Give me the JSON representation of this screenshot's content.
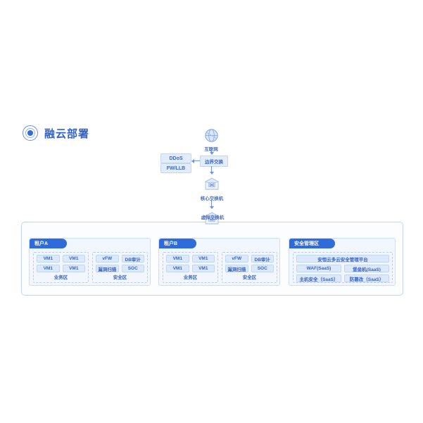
{
  "title": {
    "text": "融云部署",
    "icon": "target-circle-icon"
  },
  "topology": {
    "internet": {
      "label": "互联网",
      "icon": "globe-icon"
    },
    "edge_switch": {
      "label": "边界交换"
    },
    "security_boxes": [
      {
        "label": "DDoS"
      },
      {
        "label": "FW/LLB"
      }
    ],
    "core_switch": {
      "label": "核心交换机",
      "icon": "switch-icon"
    },
    "virtual_switch": {
      "label": "虚拟交换机",
      "icon": "switch-icon"
    }
  },
  "panels": [
    {
      "tab": "租户A",
      "zones": [
        {
          "caption": "业务区",
          "rows": [
            [
              "VM1",
              "VM1"
            ],
            [
              "VM1",
              "VM1"
            ]
          ]
        },
        {
          "caption": "安全区",
          "rows": [
            [
              "vFW",
              "DB审计"
            ],
            [
              "漏洞扫描",
              "SOC"
            ]
          ]
        }
      ]
    },
    {
      "tab": "租户B",
      "zones": [
        {
          "caption": "业务区",
          "rows": [
            [
              "VM1",
              "VM1"
            ],
            [
              "VM1",
              "VM1"
            ]
          ]
        },
        {
          "caption": "安全区",
          "rows": [
            [
              "vFW",
              "DB审计"
            ],
            [
              "漏洞扫描",
              "SOC"
            ]
          ]
        }
      ]
    },
    {
      "tab": "安全管理区",
      "zones": [
        {
          "caption": "",
          "rows": [
            [
              "安恒云多云安全管理平台"
            ],
            [
              "WAF(SaaS)",
              "堡垒机(SaaS)"
            ],
            [
              "主机安全（SaaS）",
              "防篡改（SaaS）"
            ]
          ]
        }
      ]
    }
  ],
  "colors": {
    "accent": "#2f6bdb",
    "text": "#3a63bf",
    "cell_bg": "#dce8fb",
    "panel_bg": "#f2f6fe",
    "border": "#c3d5f3"
  }
}
